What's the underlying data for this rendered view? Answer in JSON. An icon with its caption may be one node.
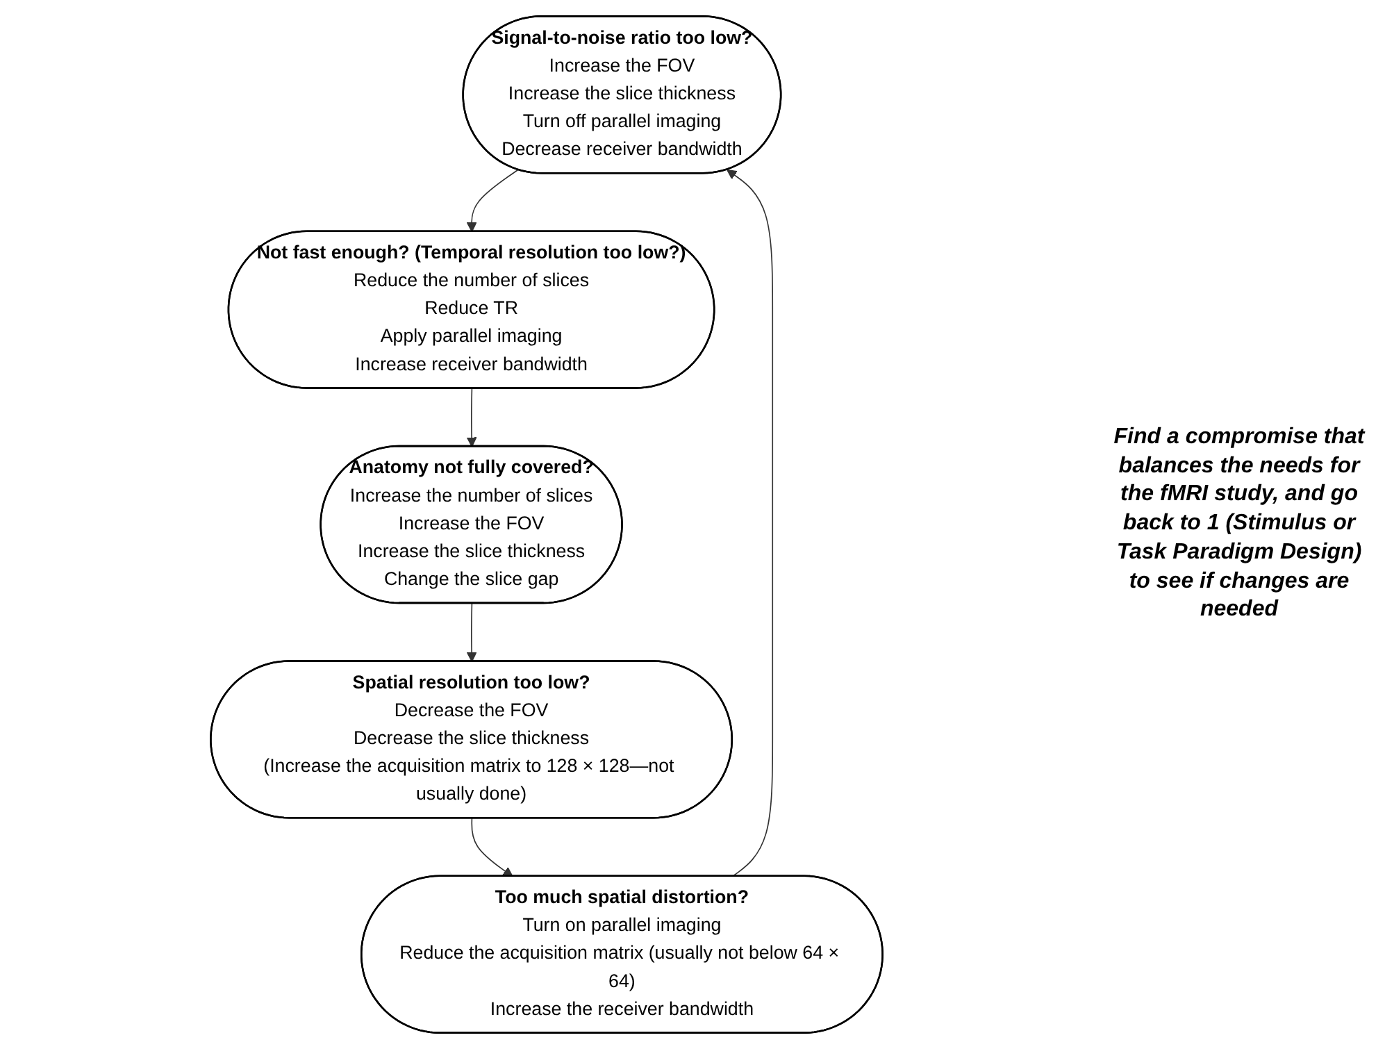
{
  "diagram": {
    "nodes": [
      {
        "text": [
          "Signal-to-noise ratio too low?",
          "Increase the FOV",
          "Increase the slice thickness",
          "Turn off parallel imaging",
          "Decrease receiver bandwidth"
        ]
      },
      {
        "text": [
          "Not fast enough? (Temporal resolution too low?)",
          "Reduce the number of slices",
          "Reduce TR",
          "Apply parallel imaging",
          "Increase receiver bandwidth"
        ]
      },
      {
        "text": [
          "Anatomy not fully covered?",
          "Increase the number of slices",
          "Increase the FOV",
          "Increase the slice thickness",
          "Change the slice gap"
        ]
      },
      {
        "text": [
          "Spatial resolution too low?",
          "Decrease the FOV",
          "Decrease the slice thickness",
          "(Increase the acquisition matrix to 128 × 128—not usually done)"
        ]
      },
      {
        "text": [
          "Too much spatial distortion?",
          "Turn on parallel imaging",
          "Reduce the acquisition matrix (usually not below 64 × 64)",
          "Increase the receiver bandwidth"
        ]
      }
    ],
    "edges": [
      {
        "from": 0,
        "to": 1,
        "arrow": "to"
      },
      {
        "from": 1,
        "to": 2,
        "arrow": "to"
      },
      {
        "from": 2,
        "to": 3,
        "arrow": "to"
      },
      {
        "from": 3,
        "to": 4,
        "arrow": "to"
      },
      {
        "from": 4,
        "to": 0,
        "arrow": "to"
      }
    ],
    "labels": [
      "Find a compromise that balances the needs for the fMRI study, and go back to 1 (Stimulus or Task Paradigm Design) to see if changes are needed"
    ]
  }
}
